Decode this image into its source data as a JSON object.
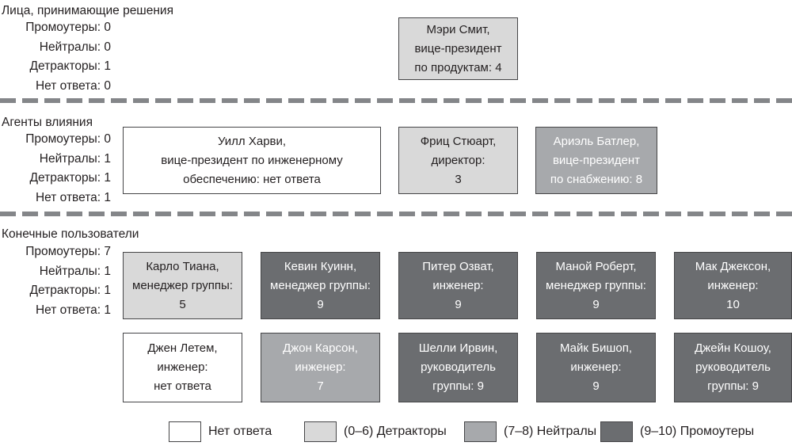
{
  "tiers": [
    {
      "title": "Лица, принимающие решения",
      "stats": [
        "Промоутеры: 0",
        "Нейтралы: 0",
        "Детракторы: 1",
        "Нет ответа: 0"
      ],
      "boxes": [
        {
          "name": "Мэри Смит",
          "category": "detractor",
          "score": "4",
          "lines": [
            "Мэри Смит,",
            "вице-президент",
            "по продуктам: 4"
          ]
        }
      ]
    },
    {
      "title": "Агенты влияния",
      "stats": [
        "Промоутеры: 0",
        "Нейтралы: 1",
        "Детракторы: 1",
        "Нет ответа: 1"
      ],
      "boxes": [
        {
          "name": "Уилл Харви",
          "category": "no-answer",
          "score": "нет ответа",
          "lines": [
            "Уилл Харви,",
            "вице-президент по инженерному",
            "обеспечению:  нет ответа"
          ]
        },
        {
          "name": "Фриц Стюарт",
          "category": "detractor",
          "score": "3",
          "lines": [
            "Фриц Стюарт,",
            "директор:",
            "3"
          ]
        },
        {
          "name": "Ариэль Батлер",
          "category": "neutral",
          "score": "8",
          "lines": [
            "Ариэль Батлер,",
            "вице-президент",
            "по снабжению: 8"
          ]
        }
      ]
    },
    {
      "title": "Конечные пользователи",
      "stats": [
        "Промоутеры: 7",
        "Нейтралы: 1",
        "Детракторы: 1",
        "Нет ответа: 1"
      ],
      "boxes": [
        {
          "name": "Карло Тиана",
          "category": "detractor",
          "score": "5",
          "lines": [
            "Карло Тиана,",
            "менеджер группы:",
            "5"
          ]
        },
        {
          "name": "Кевин Куинн",
          "category": "promoter",
          "score": "9",
          "lines": [
            "Кевин Куинн,",
            "менеджер группы:",
            "9"
          ]
        },
        {
          "name": "Питер Озват",
          "category": "promoter",
          "score": "9",
          "lines": [
            "Питер Озват,",
            "инженер:",
            "9"
          ]
        },
        {
          "name": "Маной Роберт",
          "category": "promoter",
          "score": "9",
          "lines": [
            "Маной Роберт,",
            "менеджер группы:",
            "9"
          ]
        },
        {
          "name": "Мак Джексон",
          "category": "promoter",
          "score": "10",
          "lines": [
            "Мак Джексон,",
            "инженер:",
            "10"
          ]
        },
        {
          "name": "Джен Летем",
          "category": "no-answer",
          "score": "нет ответа",
          "lines": [
            "Джен Летем,",
            "инженер:",
            "нет ответа"
          ]
        },
        {
          "name": "Джон Карсон",
          "category": "neutral",
          "score": "7",
          "lines": [
            "Джон Карсон,",
            "инженер:",
            "7"
          ]
        },
        {
          "name": "Шелли Ирвин",
          "category": "promoter",
          "score": "9",
          "lines": [
            "Шелли Ирвин,",
            "руководитель",
            "группы:  9"
          ]
        },
        {
          "name": "Майк Бишоп",
          "category": "promoter",
          "score": "9",
          "lines": [
            "Майк Бишоп,",
            "инженер:",
            "9"
          ]
        },
        {
          "name": "Джейн Кошоу",
          "category": "promoter",
          "score": "9",
          "lines": [
            "Джейн Кошоу,",
            "руководитель",
            "группы: 9"
          ]
        }
      ]
    }
  ],
  "legend": [
    {
      "label": "Нет ответа",
      "category": "no-answer"
    },
    {
      "label": "(0–6) Детракторы",
      "category": "detractor"
    },
    {
      "label": "(7–8) Нейтралы",
      "category": "neutral"
    },
    {
      "label": "(9–10) Промоутеры",
      "category": "promoter"
    }
  ],
  "colors": {
    "no_answer": "#ffffff",
    "detractor": "#d9d9d9",
    "neutral": "#a7a9ac",
    "promoter": "#6b6d70",
    "border": "#454547",
    "divider": "#848689",
    "text_dark": "#231f20",
    "text_light": "#ffffff"
  }
}
